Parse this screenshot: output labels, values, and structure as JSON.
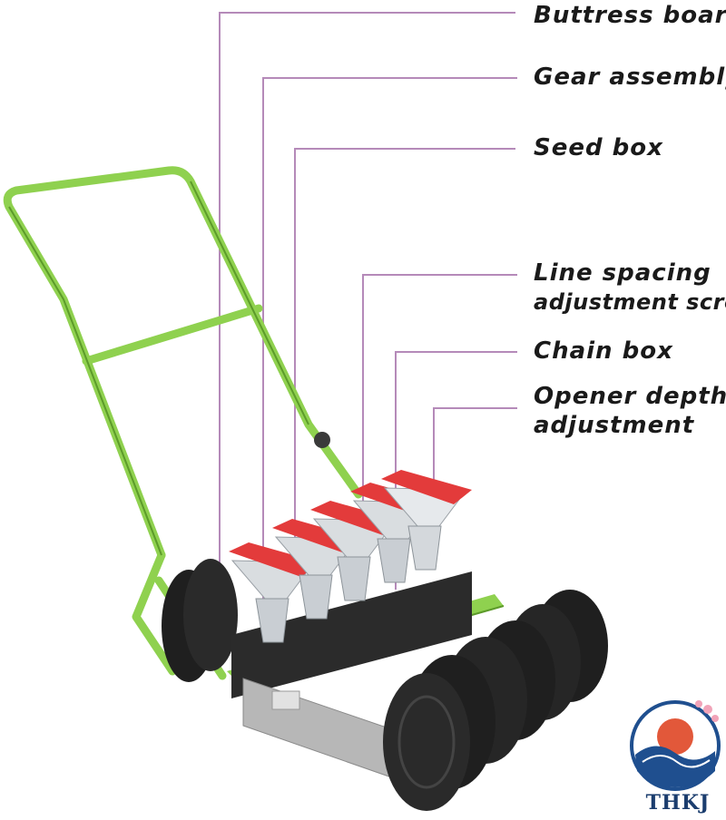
{
  "labels": [
    {
      "id": "buttress-board",
      "text": "Buttress board"
    },
    {
      "id": "gear-assembly",
      "text": "Gear assembly"
    },
    {
      "id": "seed-box",
      "text": "Seed box"
    },
    {
      "id": "line-spacing-1",
      "text": "Line spacing"
    },
    {
      "id": "line-spacing-2",
      "text": "adjustment screw"
    },
    {
      "id": "chain-box",
      "text": "Chain box"
    },
    {
      "id": "opener-depth-1",
      "text": "Opener depth"
    },
    {
      "id": "opener-depth-2",
      "text": "adjustment"
    }
  ],
  "brand": {
    "name": "THKJ"
  },
  "colors": {
    "frame": "#8fd14f",
    "frame_dark": "#5c9a2a",
    "leader": "#b58ab9",
    "seed_lid": "#e33b3b",
    "wheel": "#1f1f1f",
    "plate": "#b7b7b7",
    "logo_wave": "#1f4f8f",
    "logo_sun": "#e2583a"
  }
}
